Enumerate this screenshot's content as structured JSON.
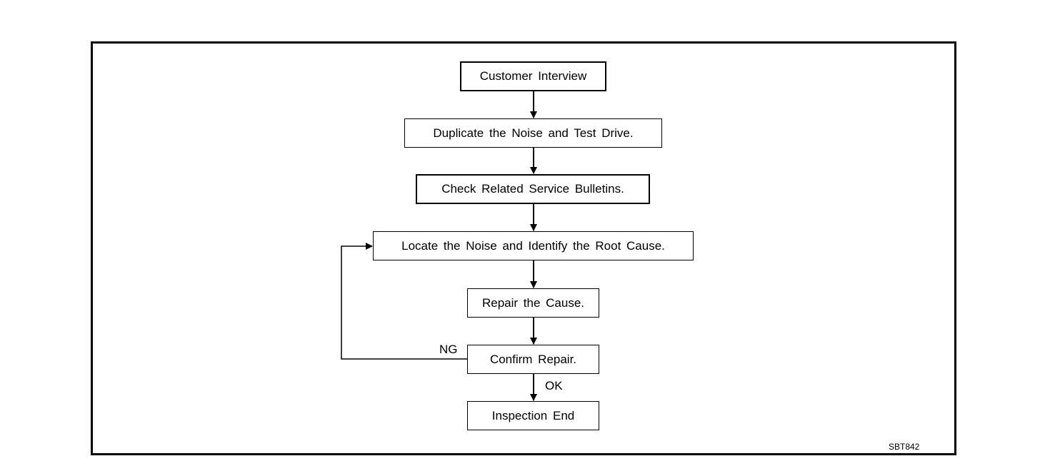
{
  "flowchart": {
    "steps": {
      "customer_interview": "Customer Interview",
      "duplicate_noise": "Duplicate the Noise and Test Drive.",
      "check_bulletins": "Check Related Service Bulletins.",
      "locate_noise": "Locate the Noise and Identify the Root Cause.",
      "repair_cause": "Repair the Cause.",
      "confirm_repair": "Confirm Repair.",
      "inspection_end": "Inspection End"
    },
    "branches": {
      "ng": "NG",
      "ok": "OK"
    },
    "figure_code": "SBT842"
  },
  "colors": {
    "line": "#000000",
    "background": "#ffffff"
  }
}
